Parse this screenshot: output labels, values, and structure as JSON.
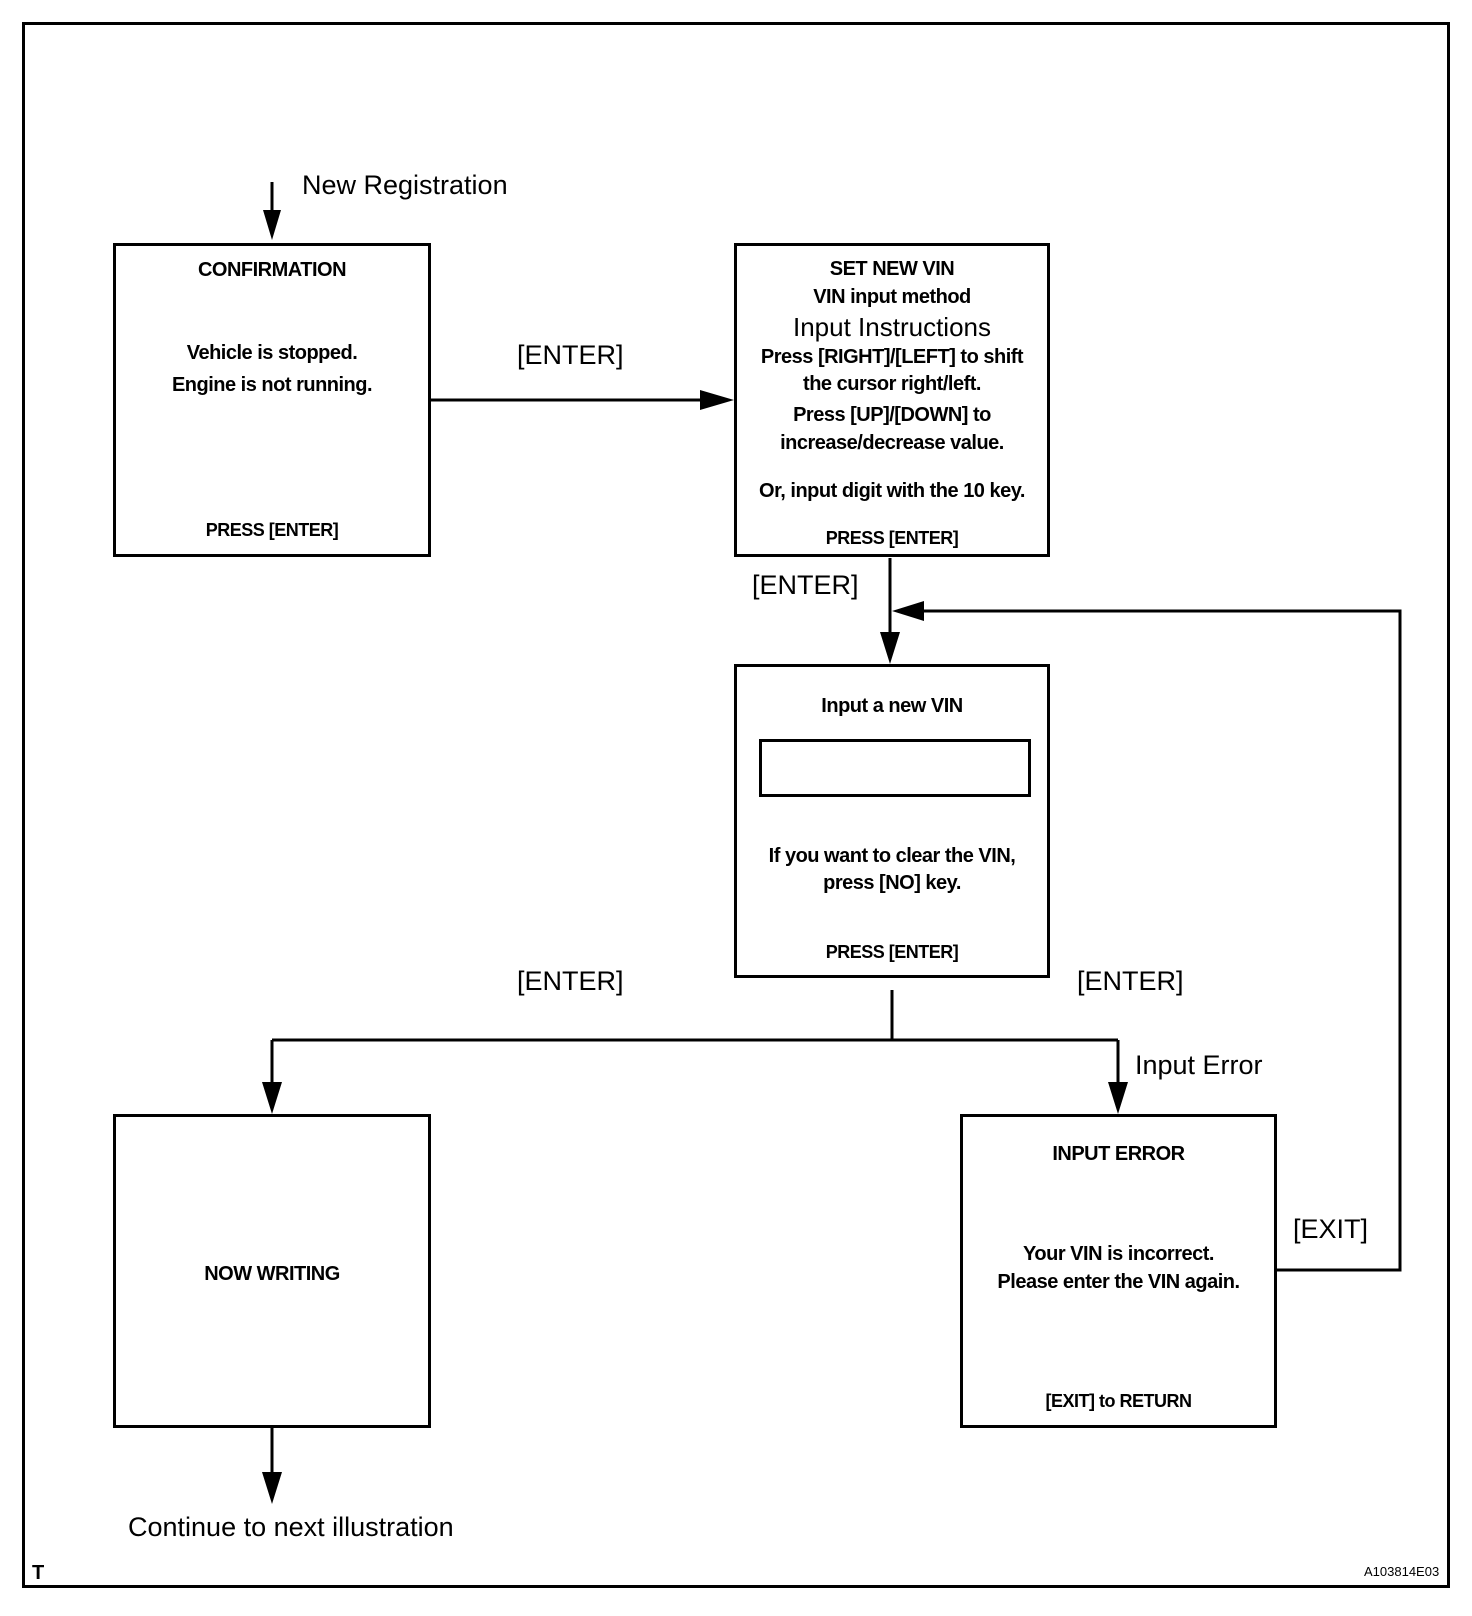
{
  "start_label": "New Registration",
  "boxes": {
    "confirmation": {
      "title": "CONFIRMATION",
      "line1": "Vehicle is stopped.",
      "line2": "Engine is not running.",
      "footer": "PRESS [ENTER]"
    },
    "set_new_vin": {
      "title": "SET NEW VIN",
      "subtitle": "VIN input method",
      "instructions_heading": "Input Instructions",
      "line1": "Press [RIGHT]/[LEFT] to shift",
      "line2": "the cursor right/left.",
      "line3": "Press [UP]/[DOWN]  to",
      "line4": "increase/decrease value.",
      "line5": "Or, input digit with the 10 key.",
      "footer": "PRESS [ENTER]"
    },
    "input_new_vin": {
      "title": "Input a new VIN",
      "input_value": "",
      "line1": "If you want to clear the VIN,",
      "line2": "press [NO] key.",
      "footer": "PRESS [ENTER]"
    },
    "now_writing": {
      "title": "NOW WRITING"
    },
    "input_error": {
      "title": "INPUT  ERROR",
      "line1": "Your VIN is incorrect.",
      "line2": "Please enter the VIN again.",
      "footer": "[EXIT] to RETURN"
    }
  },
  "edge_labels": {
    "confirm_to_set": "[ENTER]",
    "set_to_input": "[ENTER]",
    "input_to_writing": "[ENTER]",
    "input_to_error": "[ENTER]",
    "error_condition": "Input Error",
    "error_exit": "[EXIT]"
  },
  "continue_label": "Continue to next illustration",
  "corner_mark": "T",
  "figure_id": "A103814E03"
}
